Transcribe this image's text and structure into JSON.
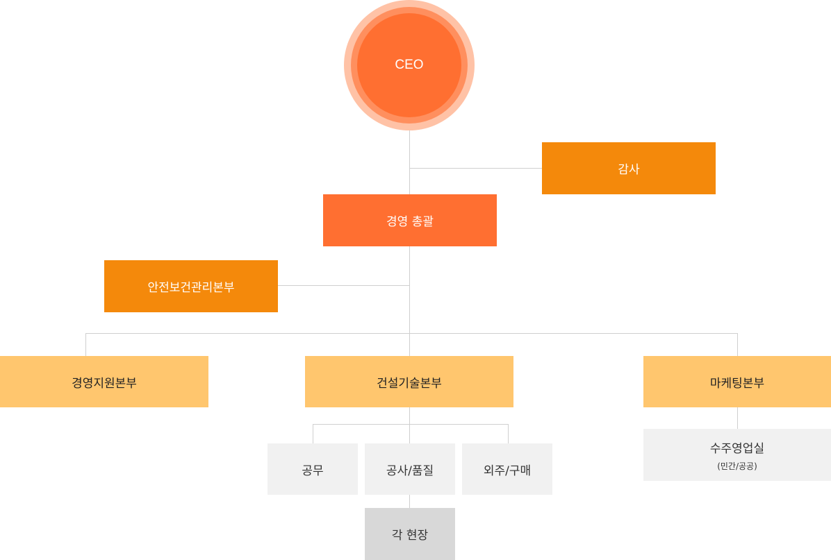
{
  "ceo": {
    "label": "CEO"
  },
  "audit": {
    "label": "감사"
  },
  "management": {
    "label": "경영 총괄"
  },
  "safety": {
    "label": "안전보건관리본부"
  },
  "divisions": {
    "management_support": "경영지원본부",
    "construction_tech": "건설기술본부",
    "marketing": "마케팅본부"
  },
  "teams": {
    "admin": "공무",
    "construction_quality": "공사/품질",
    "outsourcing_purchase": "외주/구매",
    "sites": "각 현장",
    "sales": {
      "label": "수주영업실",
      "sub": "(민간/공공)"
    }
  },
  "colors": {
    "ceo": "#ff6f31",
    "primary_box": "#ff6f31",
    "secondary_box": "#f4890b",
    "division_box": "#ffc66e",
    "team_box": "#f1f1f1",
    "site_box": "#d8d8d8",
    "connector": "#cfcfcf"
  }
}
